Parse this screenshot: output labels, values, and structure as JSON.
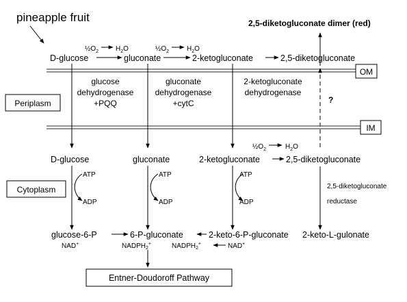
{
  "title": "pineapple fruit",
  "top_right_label": "2,5-diketogluconate dimer (red)",
  "membranes": {
    "outer": "OM",
    "inner": "IM"
  },
  "compartments": {
    "periplasm": "Periplasm",
    "cytoplasm": "Cytoplasm"
  },
  "periplasm_row": {
    "metabolites": [
      "D-glucose",
      "gluconate",
      "2-ketogluconate",
      "2,5-diketogluconate"
    ],
    "oxygen_1": "½O",
    "oxygen_2": "½O",
    "oxygen_sub": "2",
    "water_1": "H",
    "water_2": "H",
    "water_sub": "2",
    "water_suffix": "O"
  },
  "enzymes": {
    "glucose_dh": [
      "glucose",
      "dehydrogenase",
      "+PQQ"
    ],
    "gluconate_dh": [
      "gluconate",
      "dehydrogenase",
      "+cytC"
    ],
    "ketogluconate_dh": [
      "2-ketogluconate",
      "dehydrogenase"
    ]
  },
  "unknown_transport": "?",
  "cytoplasm_row": {
    "metabolites": [
      "D-glucose",
      "gluconate",
      "2-ketogluconate",
      "2,5-diketogluconate"
    ],
    "oxygen": "½O",
    "oxygen_sub": "2",
    "water": "H",
    "water_sub": "2",
    "water_suffix": "O"
  },
  "cofactors": {
    "atp": "ATP",
    "adp": "ADP"
  },
  "reductase": [
    "2,5-diketogluconate",
    "reductase"
  ],
  "phosphate_row": [
    "glucose-6-P",
    "6-P-gluconate",
    "2-keto-6-P-gluconate",
    "2-keto-L-gulonate"
  ],
  "redox_row": {
    "nad_left": "NAD",
    "nadph_left": "NADPH",
    "nadph_right": "NADPH",
    "nad_right": "NAD",
    "plus": "+",
    "sub2": "2"
  },
  "pathway": "Entner-Doudoroff Pathway"
}
